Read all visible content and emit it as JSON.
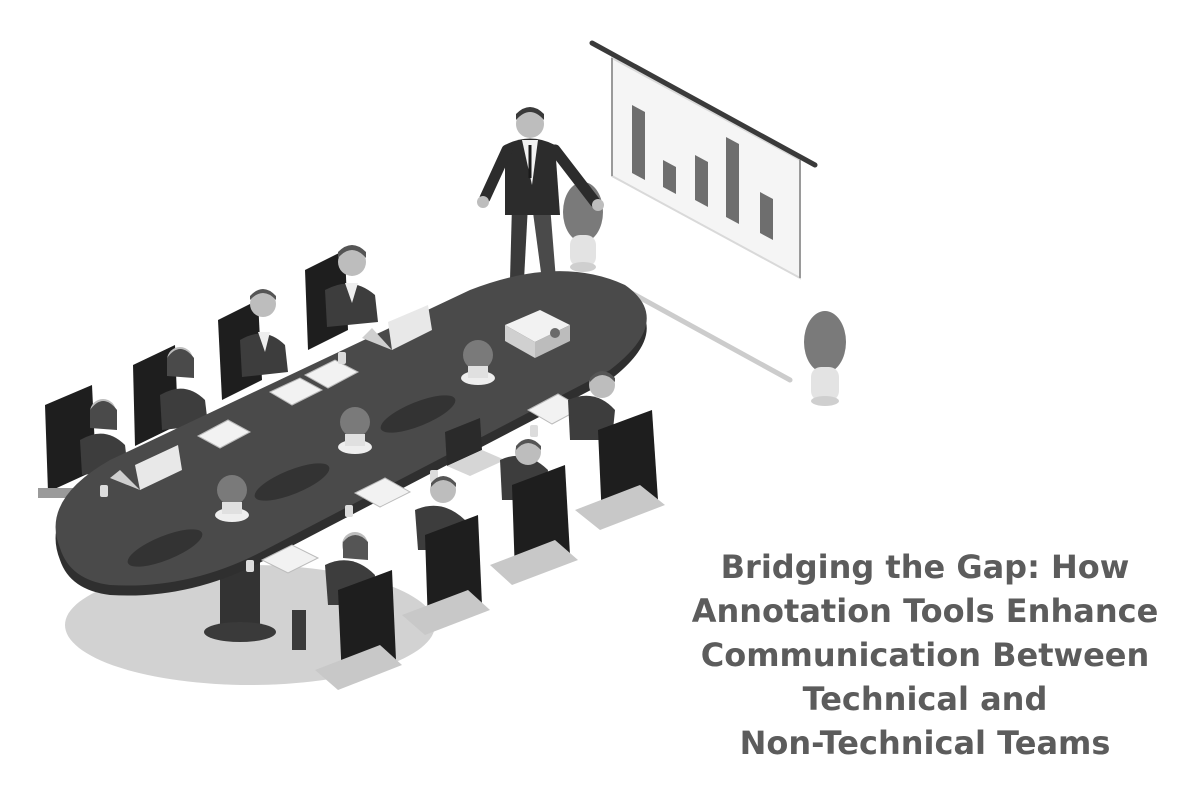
{
  "headline": {
    "line1": "Bridging the Gap: How",
    "line2": "Annotation Tools Enhance",
    "line3": "Communication Between",
    "line4": "Technical and",
    "line5": "Non-Technical Teams"
  },
  "colors": {
    "background": "#ffffff",
    "table_top": "#4a4a4a",
    "table_shadow": "#cfcfcf",
    "chair": "#1e1e1e",
    "headline_text": "#5c5c5c",
    "screen": "#f4f4f4",
    "screen_bars": "#6e6e6e"
  },
  "icons": {
    "presenter": "presenter-figure",
    "screen": "projection-screen-icon",
    "projector": "projector-icon",
    "plant": "potted-plant-icon"
  }
}
